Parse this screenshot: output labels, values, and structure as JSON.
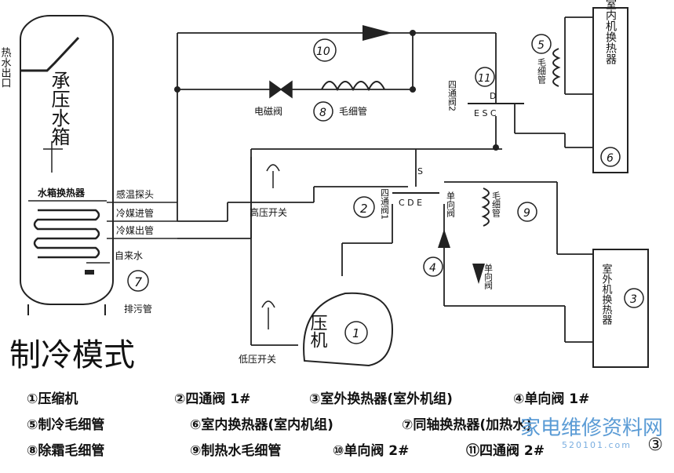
{
  "diagram": {
    "mode_title": "制冷模式",
    "tank": {
      "hot_water_outlet": "热水出口",
      "title": "承压水箱",
      "heat_exchanger": "水箱换热器",
      "temp_probe": "感温探头",
      "refrigerant_in": "冷媒进管",
      "refrigerant_out": "冷媒出管",
      "tap_water": "自来水",
      "drain_pipe": "排污管"
    },
    "labels": {
      "solenoid_valve": "电磁阀",
      "capillary": "毛细管",
      "high_pressure_switch": "高压开关",
      "low_pressure_switch": "低压开关",
      "compressor": "压机",
      "indoor_exchanger": "室内机换热器",
      "outdoor_exchanger": "室外机换热器",
      "four_way_valve_1": "四通阀1",
      "four_way_valve_2": "四通阀2",
      "check_valve_1": "单向阀",
      "check_valve_2": "单向阀",
      "capillary_9": "毛细管",
      "capillary_5": "毛细管",
      "ports_1": "C D E",
      "ports_2": "E S C",
      "port_s": "S",
      "port_d": "D"
    },
    "numbers": [
      "1",
      "2",
      "3",
      "4",
      "5",
      "6",
      "7",
      "8",
      "9",
      "10",
      "11"
    ]
  },
  "legend": {
    "rows": [
      [
        "①压缩机",
        "②四通阀 1#",
        "③室外换热器(室外机组)",
        "④单向阀 1#"
      ],
      [
        "⑤制冷毛细管",
        "⑥室内换热器(室内机组)",
        "⑦同轴换热器(加热水)"
      ],
      [
        "⑧除霜毛细管",
        "⑨制热水毛细管",
        "⑩单向阀 2#",
        "⑪四通阀 2#"
      ]
    ]
  },
  "watermark": {
    "brand": "家电维修资料网",
    "url": "520101.com",
    "page": "③"
  }
}
